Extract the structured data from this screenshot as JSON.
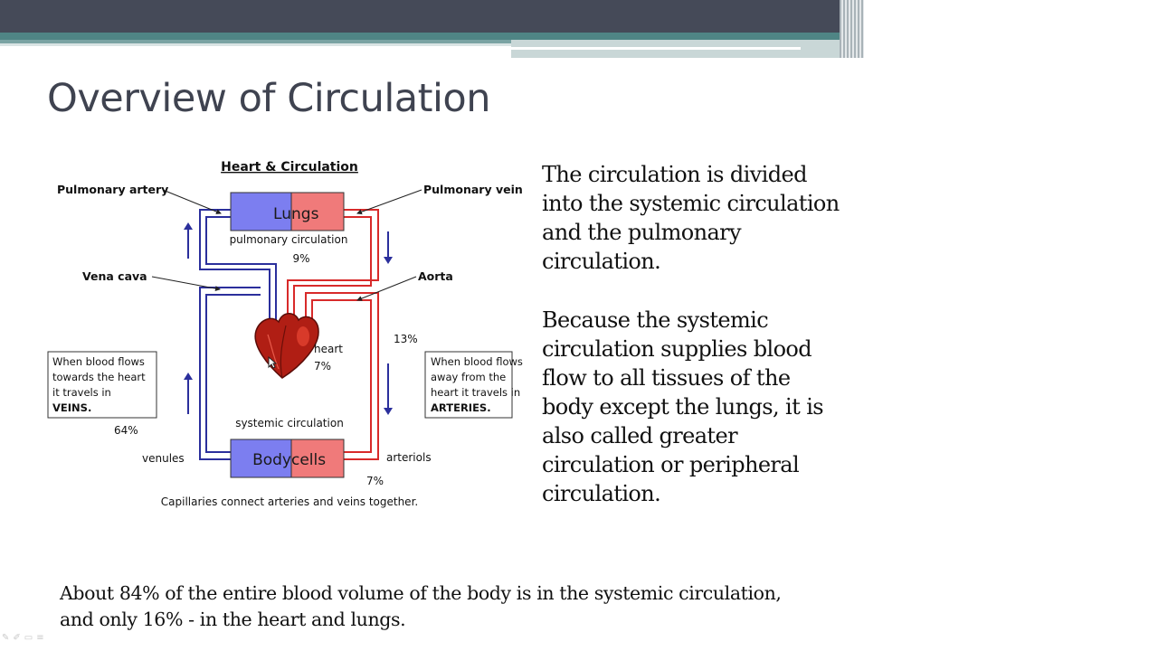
{
  "slide": {
    "title": "Overview of Circulation",
    "paragraphs": [
      "The circulation is divided into  the systemic circulation and the pulmonary  circulation.",
      "Because the systemic circulation supplies blood flow to all tissues of the body except the lungs, it is also called greater circulation or peripheral circulation."
    ],
    "bottom_lines": [
      "About 84% of the entire blood volume of the body is in the systemic circulation,",
      "and only 16% - in the heart  and lungs."
    ]
  },
  "diagram": {
    "title": "Heart & Circulation",
    "labels": {
      "pulmonary_artery": "Pulmonary artery",
      "pulmonary_vein": "Pulmonary vein",
      "vena_cava": "Vena cava",
      "aorta": "Aorta",
      "lungs_left": "Lu",
      "lungs_right": "ngs",
      "pulmonary_circulation": "pulmonary circulation",
      "pulmonary_pct": "9%",
      "heart": "heart",
      "heart_pct": "7%",
      "arteries_pct": "13%",
      "systemic_circulation": "systemic circulation",
      "veins_pct": "64%",
      "venules": "venules",
      "arteriols": "arteriols",
      "body_left": "Body",
      "body_right": "cells",
      "capillaries_pct": "7%",
      "caption": "Capillaries connect arteries and veins together."
    },
    "veins_box": [
      "When blood flows",
      "towards the heart",
      "it travels in",
      "VEINS."
    ],
    "arteries_box": [
      "When blood flows",
      "away from the",
      "heart it travels in",
      "ARTERIES."
    ],
    "colors": {
      "venous": "#2b2f9c",
      "arterial": "#d82a2a",
      "lungs_blue": "#7c7ef0",
      "lungs_red": "#f07a7a",
      "heart": "#b01e14"
    }
  },
  "toolbar_icons": [
    "pen-icon",
    "highlighter-icon",
    "eraser-icon",
    "menu-icon"
  ]
}
